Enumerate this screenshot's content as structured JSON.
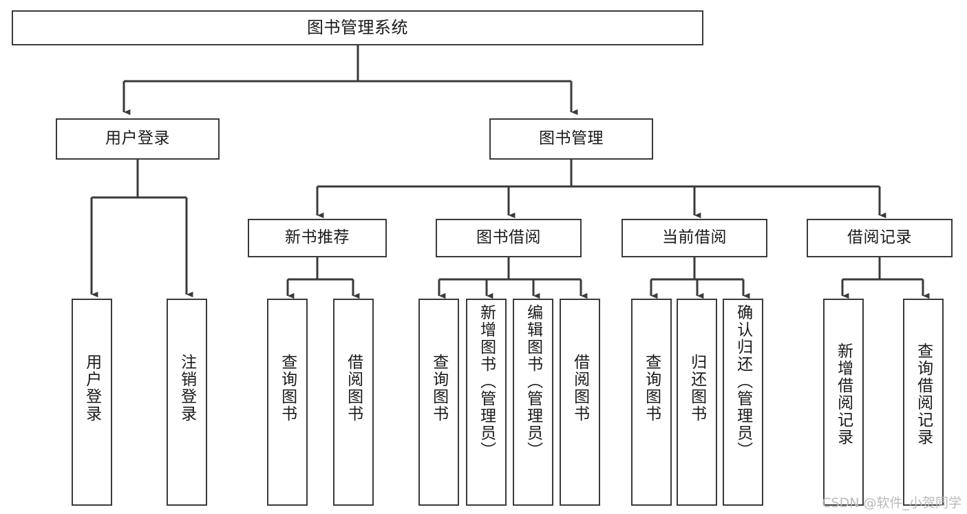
{
  "diagram": {
    "title": "图书管理系统",
    "type": "功能结构图",
    "watermark": "CSDN @软件_小贺同学",
    "colors": {
      "stroke": "#3a3a3a",
      "fill": "#ffffff",
      "text": "#1a1a1a",
      "watermark": "#b9b9b9"
    },
    "nodes": {
      "root": {
        "label": "图书管理系统"
      },
      "level1": [
        {
          "id": "user-login",
          "label": "用户登录"
        },
        {
          "id": "book-management",
          "label": "图书管理"
        }
      ],
      "level2": [
        {
          "id": "new-book-recommend",
          "label": "新书推荐"
        },
        {
          "id": "book-borrow",
          "label": "图书借阅"
        },
        {
          "id": "current-borrow",
          "label": "当前借阅"
        },
        {
          "id": "borrow-record",
          "label": "借阅记录"
        }
      ],
      "leaves": {
        "user_login": [
          {
            "id": "leaf-user-login",
            "label": "用户登录"
          },
          {
            "id": "leaf-logout",
            "label": "注销登录"
          }
        ],
        "new_book_recommend": [
          {
            "id": "leaf-query-book-1",
            "label": "查询图书"
          },
          {
            "id": "leaf-borrow-book-1",
            "label": "借阅图书"
          }
        ],
        "book_borrow": [
          {
            "id": "leaf-query-book-2",
            "label": "查询图书"
          },
          {
            "id": "leaf-add-book",
            "label": "新增图书（管理员）"
          },
          {
            "id": "leaf-edit-book",
            "label": "编辑图书（管理员）"
          },
          {
            "id": "leaf-borrow-book-2",
            "label": "借阅图书"
          }
        ],
        "current_borrow": [
          {
            "id": "leaf-query-book-3",
            "label": "查询图书"
          },
          {
            "id": "leaf-return-book",
            "label": "归还图书"
          },
          {
            "id": "leaf-confirm-return",
            "label": "确认归还（管理员）"
          }
        ],
        "borrow_record": [
          {
            "id": "leaf-add-record",
            "label": "新增借阅记录"
          },
          {
            "id": "leaf-query-record",
            "label": "查询借阅记录"
          }
        ]
      }
    },
    "edges": {
      "root_to_level1": [
        "用户登录",
        "图书管理"
      ],
      "book_management_to_level2": [
        "新书推荐",
        "图书借阅",
        "当前借阅",
        "借阅记录"
      ],
      "user_login_to_leaves": [
        "用户登录",
        "注销登录"
      ],
      "new_book_recommend_to_leaves": [
        "查询图书",
        "借阅图书"
      ],
      "book_borrow_to_leaves": [
        "查询图书",
        "新增图书（管理员）",
        "编辑图书（管理员）",
        "借阅图书"
      ],
      "current_borrow_to_leaves": [
        "查询图书",
        "归还图书",
        "确认归还（管理员）"
      ],
      "borrow_record_to_leaves": [
        "新增借阅记录",
        "查询借阅记录"
      ]
    }
  }
}
